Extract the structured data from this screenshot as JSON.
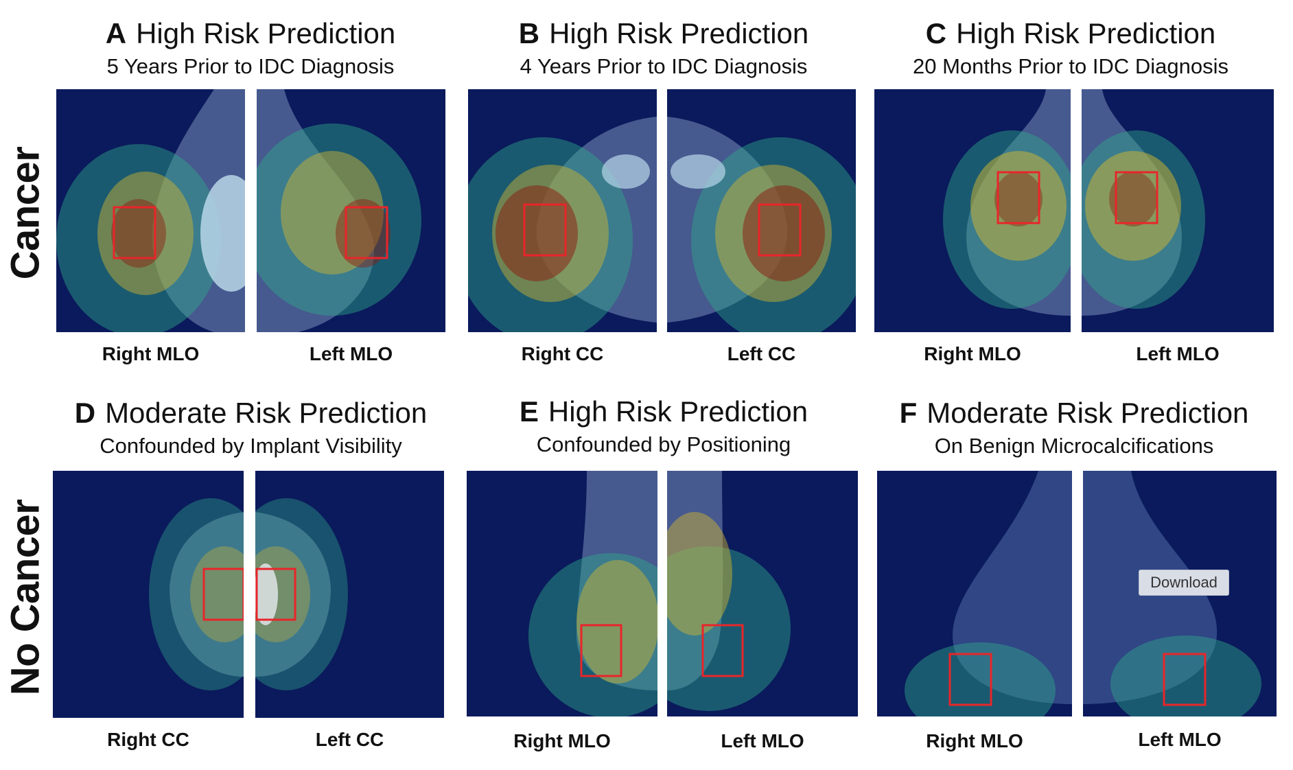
{
  "rows": [
    {
      "label": "Cancer"
    },
    {
      "label": "No Cancer"
    }
  ],
  "panels": [
    {
      "letter": "A",
      "title": "High Risk Prediction",
      "subtitle": "5 Years Prior to IDC Diagnosis",
      "views": [
        {
          "label": "Right MLO"
        },
        {
          "label": "Left MLO"
        }
      ]
    },
    {
      "letter": "B",
      "title": "High Risk Prediction",
      "subtitle": "4 Years Prior to IDC Diagnosis",
      "views": [
        {
          "label": "Right CC"
        },
        {
          "label": "Left CC"
        }
      ]
    },
    {
      "letter": "C",
      "title": "High Risk Prediction",
      "subtitle": "20 Months Prior to IDC Diagnosis",
      "views": [
        {
          "label": "Right MLO"
        },
        {
          "label": "Left MLO"
        }
      ]
    },
    {
      "letter": "D",
      "title": "Moderate Risk Prediction",
      "subtitle": "Confounded by Implant Visibility",
      "views": [
        {
          "label": "Right CC"
        },
        {
          "label": "Left CC"
        }
      ]
    },
    {
      "letter": "E",
      "title": "High Risk Prediction",
      "subtitle": "Confounded by Positioning",
      "views": [
        {
          "label": "Right MLO"
        },
        {
          "label": "Left MLO"
        }
      ]
    },
    {
      "letter": "F",
      "title": "Moderate Risk Prediction",
      "subtitle": "On Benign Microcalcifications",
      "views": [
        {
          "label": "Right MLO"
        },
        {
          "label": "Left MLO"
        }
      ]
    }
  ],
  "download": {
    "label": "Download"
  },
  "colors": {
    "background": "#0a1a5c",
    "box": "#e8252a",
    "heat_hot": "#8a1a10",
    "heat_warm": "#d6b82e",
    "heat_cool": "#2fa88a"
  }
}
